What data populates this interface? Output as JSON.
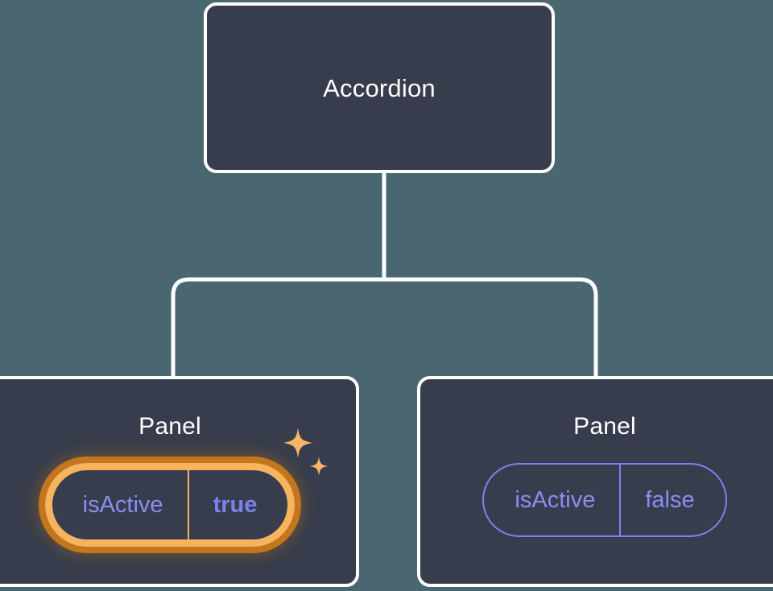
{
  "diagram": {
    "type": "component-tree",
    "background_color": "#4a6670",
    "node_fill_color": "#373d4c",
    "node_border_color": "#ffffff",
    "connector_color": "#ffffff",
    "prop_color": "#8a8ef2",
    "highlight_ring_color": "#f7b35e",
    "highlight_glow_color": "#c4761c",
    "root": {
      "title": "Accordion"
    },
    "children": [
      {
        "title": "Panel",
        "highlighted": true,
        "prop": {
          "key": "isActive",
          "value": "true"
        },
        "decoration": "sparkles"
      },
      {
        "title": "Panel",
        "highlighted": false,
        "prop": {
          "key": "isActive",
          "value": "false"
        }
      }
    ]
  }
}
